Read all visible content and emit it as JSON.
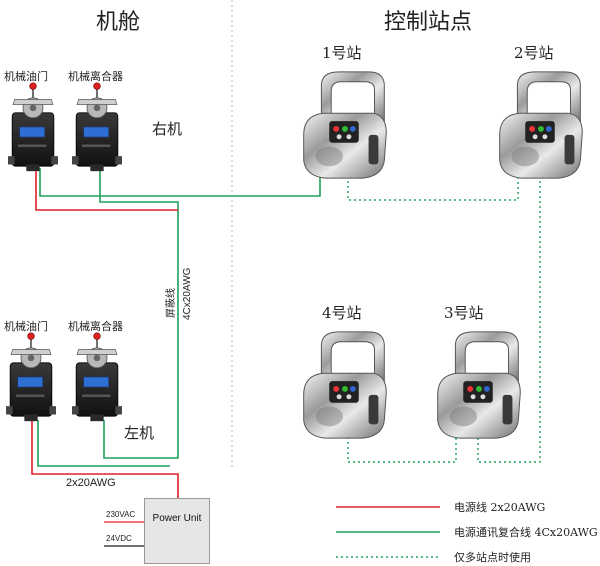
{
  "headers": {
    "engine_room": "机舱",
    "control_stations": "控制站点"
  },
  "engine_room": {
    "starboard": {
      "label": "右机",
      "throttle_label": "机械油门",
      "clutch_label": "机械离合器"
    },
    "port": {
      "label": "左机",
      "throttle_label": "机械油门",
      "clutch_label": "机械离合器"
    }
  },
  "stations": [
    {
      "id": "1",
      "label": "1号站"
    },
    {
      "id": "2",
      "label": "2号站"
    },
    {
      "id": "3",
      "label": "3号站"
    },
    {
      "id": "4",
      "label": "4号站"
    }
  ],
  "cable_labels": {
    "shield": "屏蔽线",
    "comm_cable": "4Cx20AWG",
    "power_cable": "2x20AWG"
  },
  "power_unit": {
    "label": "Power Unit",
    "input_ac": "230VAC",
    "input_dc": "24VDC"
  },
  "legend": [
    {
      "label": "电源线  2x20AWG",
      "style": "solid",
      "color": "#e0202a"
    },
    {
      "label": "电源通讯复合线  4Cx20AWG",
      "style": "solid",
      "color": "#1fa05a"
    },
    {
      "label": "仅多站点时使用",
      "style": "dotted",
      "color": "#1fa05a"
    }
  ],
  "colors": {
    "power": "#e0202a",
    "comm": "#1fa05a",
    "divider": "#b5b5b5"
  }
}
